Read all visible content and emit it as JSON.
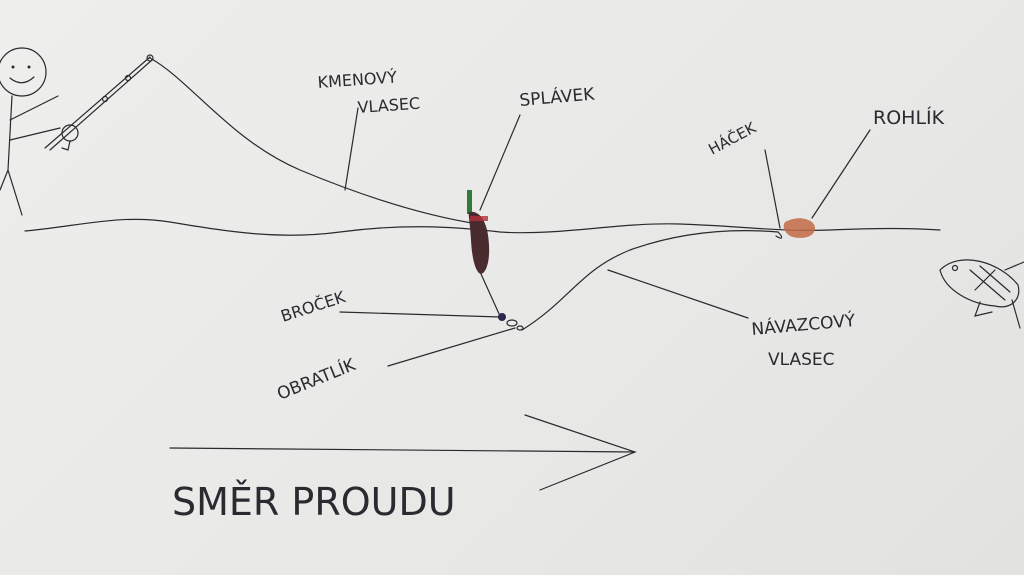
{
  "labels": {
    "main_line": "KMENOVÝ",
    "main_line_2": "VLASEC",
    "float": "SPLÁVEK",
    "hook": "HÁČEK",
    "bait": "ROHLÍK",
    "shot": "BROČEK",
    "swivel": "OBRATLÍK",
    "leader": "NÁVAZCOVÝ",
    "leader_2": "VLASEC",
    "current": "SMĚR PROUDU"
  },
  "colors": {
    "float_body": "#4a2b30",
    "float_tip": "#2f7a3c",
    "float_band": "#b3303a",
    "bait": "#c26a45"
  }
}
